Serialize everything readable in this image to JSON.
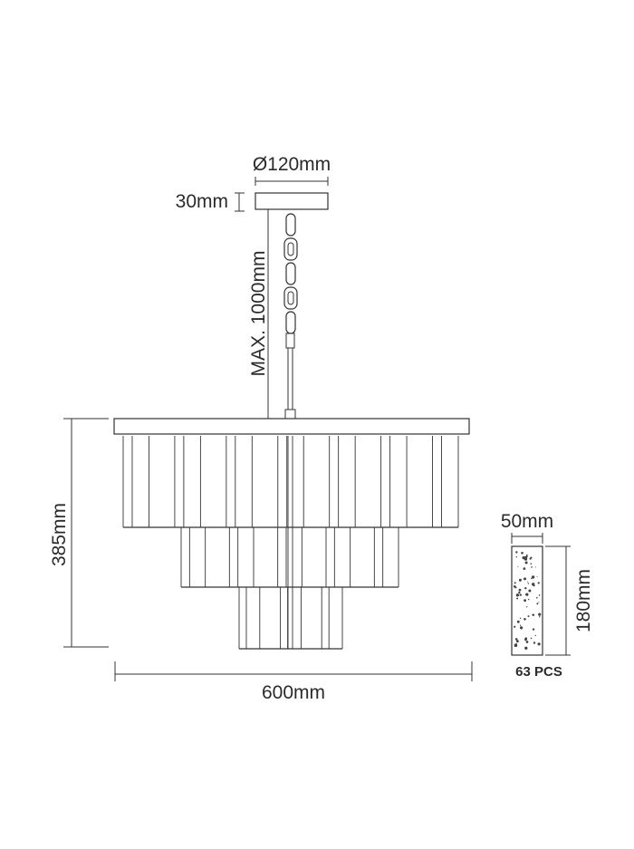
{
  "dimensions": {
    "canopy_diameter": "Ø120mm",
    "canopy_height": "30mm",
    "max_drop": "MAX. 1000mm",
    "height": "385mm",
    "width": "600mm",
    "crystal_width": "50mm",
    "crystal_height": "180mm",
    "crystal_count": "63 PCS"
  },
  "colors": {
    "line": "#333333",
    "text": "#2b2b2b",
    "background": "#ffffff"
  }
}
